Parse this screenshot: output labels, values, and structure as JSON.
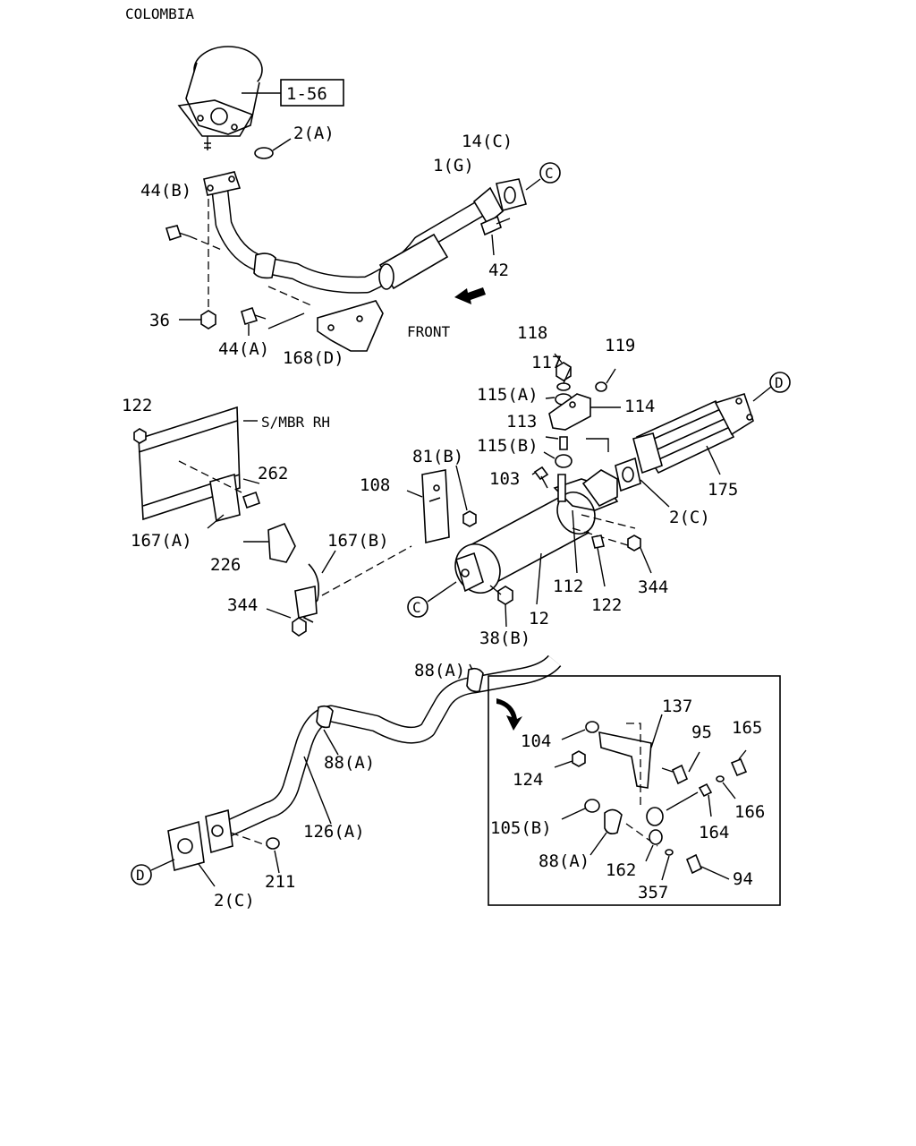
{
  "page": {
    "region_title": "COLOMBIA",
    "front_label": "FRONT",
    "frame_label": "S/MBR RH",
    "ref_box": "1-56"
  },
  "connectors": [
    "C",
    "D"
  ],
  "callouts": [
    "2(A)",
    "14(C)",
    "1(G)",
    "44(B)",
    "42",
    "36",
    "44(A)",
    "168(D)",
    "118",
    "119",
    "117",
    "115(A)",
    "114",
    "113",
    "115(B)",
    "103",
    "122",
    "262",
    "167(A)",
    "226",
    "167(B)",
    "344",
    "81(B)",
    "108",
    "175",
    "2(C)",
    "344",
    "112",
    "122",
    "12",
    "38(B)",
    "88(A)",
    "88(A)",
    "126(A)",
    "211",
    "2(C)",
    "137",
    "104",
    "95",
    "165",
    "124",
    "166",
    "164",
    "105(B)",
    "88(A)",
    "162",
    "357",
    "94"
  ]
}
